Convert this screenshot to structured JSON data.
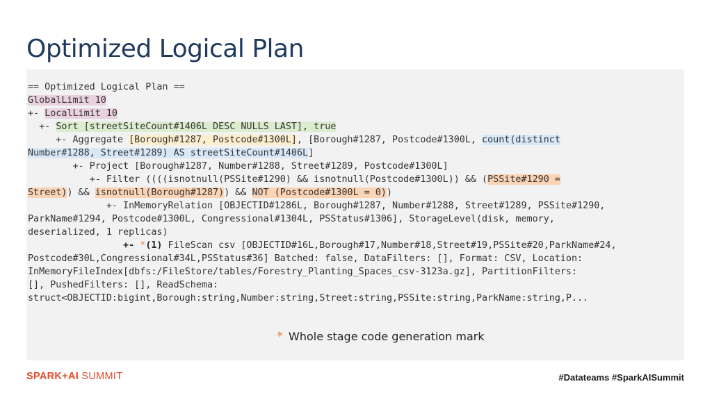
{
  "slide": {
    "title": "Optimized Logical Plan"
  },
  "plan": {
    "l01": "== Optimized Logical Plan ==",
    "l02_hl": "GlobalLimit 10",
    "l03_prefix": "+- ",
    "l03_hl": "LocalLimit 10",
    "l04_prefix": "  +- ",
    "l04_hl": "Sort [streetSiteCount#1406L DESC NULLS LAST], true",
    "l05_prefix": "     +- Aggregate ",
    "l05_hl1": "[Borough#1287, Postcode#1300L]",
    "l05_mid": ", [Borough#1287, Postcode#1300L, ",
    "l05_hl2": "count(distinct",
    "l06_hl": "Number#1288, Street#1289) AS streetSiteCount#1406L",
    "l06_suffix": "]",
    "l07": "        +- Project [Borough#1287, Number#1288, Street#1289, Postcode#1300L]",
    "l08_prefix": "           +- Filter ((((isnotnull(PSSite#1290) && isnotnull(Postcode#1300L)) && (",
    "l08_hl": "PSSite#1290 =",
    "l09_hl1": "Street)",
    "l09_mid1": ") && ",
    "l09_hl2": "isnotnull(Borough#1287)",
    "l09_mid2": ") && ",
    "l09_hl3": "NOT (Postcode#1300L = 0)",
    "l09_suffix": ")",
    "l10": "              +- InMemoryRelation [OBJECTID#1286L, Borough#1287, Number#1288, Street#1289, PSSite#1290,",
    "l11": "ParkName#1294, Postcode#1300L, Congressional#1304L, PSStatus#1306], StorageLevel(disk, memory,",
    "l12": "deserialized, 1 replicas)",
    "l13_prefix": "                 +- ",
    "l13_star": "*",
    "l13_bold": "(1)",
    "l13_rest": " FileScan csv [OBJECTID#16L,Borough#17,Number#18,Street#19,PSSite#20,ParkName#24,",
    "l14": "Postcode#30L,Congressional#34L,PSStatus#36] Batched: false, DataFilters: [], Format: CSV, Location:",
    "l15": "InMemoryFileIndex[dbfs:/FileStore/tables/Forestry_Planting_Spaces_csv-3123a.gz], PartitionFilters:",
    "l16": "[], PushedFilters: [], ReadSchema:",
    "l17": "struct<OBJECTID:bigint,Borough:string,Number:string,Street:string,PSSite:string,ParkName:string,P..."
  },
  "legend": {
    "symbol": "*",
    "text": "Whole stage code generation mark"
  },
  "footer": {
    "brand_strong": "SPARK+AI",
    "brand_rest": " SUMMIT",
    "hashtags": "#Datateams  #SparkAISummit"
  },
  "colors": {
    "title": "#1f3a5c",
    "code_background": "#f2f2f2",
    "highlight_limit": "#e9d2de",
    "highlight_sort": "#dbeccf",
    "highlight_grouping": "#fdefcd",
    "highlight_aggregate": "#d9e8f7",
    "highlight_filter": "#fbd3b5",
    "star_mark": "#e8843a",
    "brand": "#e24b2a"
  }
}
